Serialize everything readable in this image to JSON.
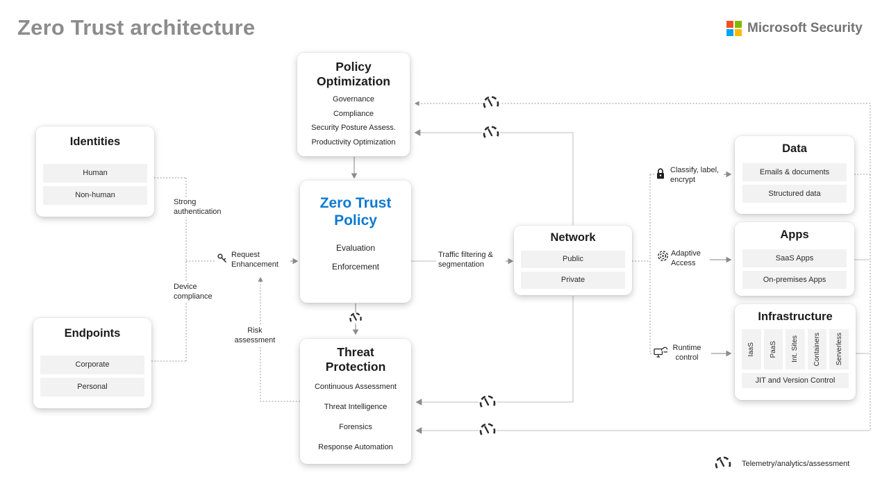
{
  "page": {
    "title": "Zero Trust architecture"
  },
  "brand": {
    "name": "Microsoft Security",
    "square_colors": [
      "#f25022",
      "#7fba00",
      "#00a4ef",
      "#ffb900"
    ],
    "text_color": "#737373"
  },
  "colors": {
    "accent_blue": "#0e7ad1",
    "title_gray": "#8c8c8c",
    "pill_gray": "#f2f2f2",
    "dotted_line": "#999999",
    "light_line": "#c9c9c9"
  },
  "cards": {
    "policy_optimization": {
      "title": "Policy Optimization",
      "items": [
        "Governance",
        "Compliance",
        "Security Posture Assess.",
        "Productivity Optimization"
      ]
    },
    "identities": {
      "title": "Identities",
      "items": [
        "Human",
        "Non-human"
      ]
    },
    "endpoints": {
      "title": "Endpoints",
      "items": [
        "Corporate",
        "Personal"
      ]
    },
    "zero_trust_policy": {
      "title": "Zero Trust Policy",
      "items": [
        "Evaluation",
        "Enforcement"
      ]
    },
    "threat_protection": {
      "title": "Threat Protection",
      "items": [
        "Continuous Assessment",
        "Threat Intelligence",
        "Forensics",
        "Response Automation"
      ]
    },
    "network": {
      "title": "Network",
      "items": [
        "Public",
        "Private"
      ]
    },
    "data": {
      "title": "Data",
      "items": [
        "Emails & documents",
        "Structured data"
      ]
    },
    "apps": {
      "title": "Apps",
      "items": [
        "SaaS Apps",
        "On-premises Apps"
      ]
    },
    "infrastructure": {
      "title": "Infrastructure",
      "items": [
        "IaaS",
        "PaaS",
        "Int. Sites",
        "Containers",
        "Serverless"
      ],
      "footer": "JIT and Version Control"
    }
  },
  "labels": {
    "strong_authentication": "Strong authentication",
    "request_enhancement": "Request Enhancement",
    "device_compliance": "Device compliance",
    "risk_assessment": "Risk assessment",
    "traffic_filtering": "Traffic filtering & segmentation",
    "classify_label_encrypt": "Classify, label, encrypt",
    "adaptive_access": "Adaptive Access",
    "runtime_control": "Runtime control"
  },
  "legend": {
    "telemetry": "Telemetry/analytics/assessment"
  },
  "icons": {
    "telemetry_gauge": "speedometer-gauge",
    "request_key": "key",
    "classify_lock": "padlock",
    "adaptive_fingerprint": "fingerprint",
    "runtime_monitor": "monitor-with-cloud",
    "brand_mark": "microsoft-four-squares"
  }
}
